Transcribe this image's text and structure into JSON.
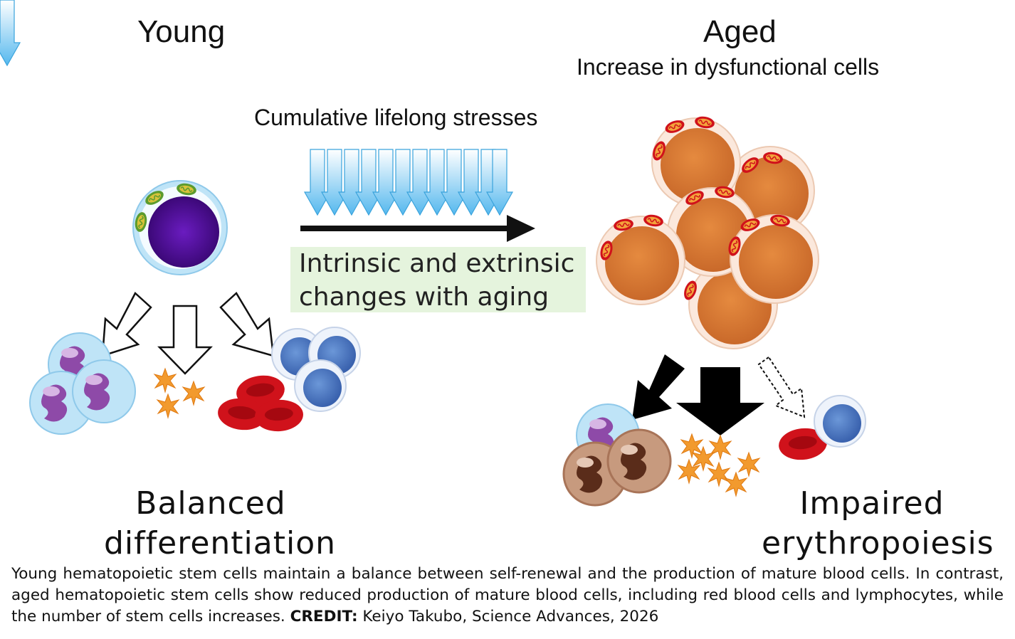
{
  "labels": {
    "young": "Young",
    "aged": "Aged",
    "aged_sub": "Increase in dysfunctional cells",
    "stress": "Cumulative lifelong stresses",
    "change_line1": "Intrinsic and extrinsic",
    "change_line2": "changes with aging",
    "balanced_line1": "Balanced",
    "balanced_line2": "differentiation",
    "impaired_line1": "Impaired",
    "impaired_line2": "erythropoiesis"
  },
  "caption": {
    "text": "Young hematopoietic stem cells maintain a balance between self-renewal and the production of mature blood cells. In contrast, aged hematopoietic stem cells show reduced production of mature blood cells, including red blood cells and lymphocytes, while the number of stem cells increases.",
    "credit_label": "CREDIT:",
    "credit_value": "Keiyo Takubo, Science Advances, 2026"
  },
  "colors": {
    "stem_nucleus": "#4a0a8c",
    "stem_membrane": "#bfe4f7",
    "aged_cell": "#d8762e",
    "red_cell": "#d0121b",
    "lymphocyte": "#4a78c0",
    "platelet": "#f29a2e",
    "change_box": "#e5f4dd"
  },
  "icons": [
    "hsc-young-cell",
    "hsc-aged-cluster",
    "stress-arrows",
    "neutrophil-icon",
    "platelet-icon",
    "red-blood-cell-icon",
    "lymphocyte-icon",
    "macrophage-icon"
  ]
}
